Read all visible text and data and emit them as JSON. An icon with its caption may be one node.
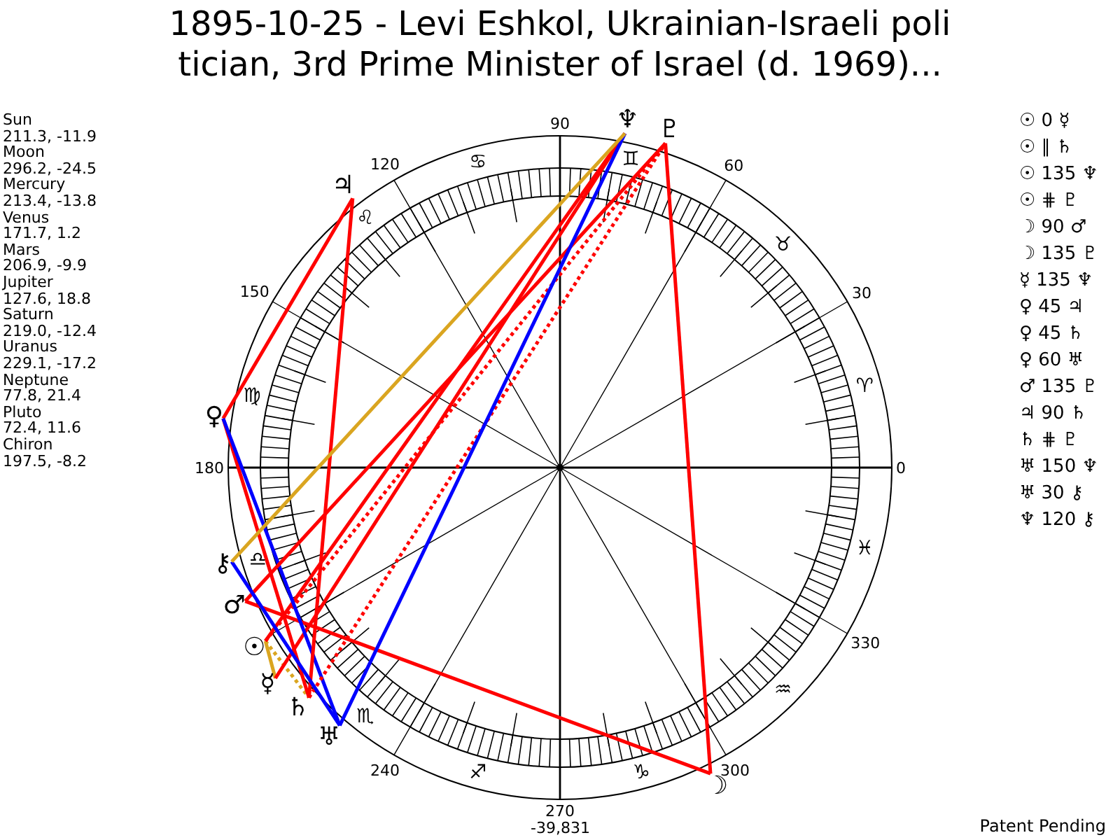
{
  "diagram": {
    "title": "1895-10-25 - Levi Eshkol, Ukrainian-Israeli poli tician, 3rd Prime Minister of Israel (d. 1969)...",
    "nodes": [
      {
        "text": [
          "☉"
        ]
      },
      {
        "text": [
          "☽"
        ]
      },
      {
        "text": [
          "☿"
        ]
      },
      {
        "text": [
          "♀"
        ]
      },
      {
        "text": [
          "♂"
        ]
      },
      {
        "text": [
          "♃"
        ]
      },
      {
        "text": [
          "♄"
        ]
      },
      {
        "text": [
          "♅"
        ]
      },
      {
        "text": [
          "♆"
        ]
      },
      {
        "text": [
          "♇"
        ]
      },
      {
        "text": [
          "⚷"
        ]
      }
    ],
    "edges": [
      {
        "from": 0,
        "to": 2,
        "arrow": "none",
        "color": "#daa520"
      },
      {
        "from": 0,
        "to": 6,
        "arrow": "none",
        "style": "dashed",
        "color": "#daa520"
      },
      {
        "from": 0,
        "to": 8,
        "arrow": "none"
      },
      {
        "from": 0,
        "to": 9,
        "arrow": "none",
        "style": "dashed"
      },
      {
        "from": 1,
        "to": 4,
        "arrow": "none"
      },
      {
        "from": 1,
        "to": 9,
        "arrow": "none"
      },
      {
        "from": 2,
        "to": 8,
        "arrow": "none"
      },
      {
        "from": 3,
        "to": 5,
        "arrow": "none"
      },
      {
        "from": 3,
        "to": 6,
        "arrow": "none"
      },
      {
        "from": 3,
        "to": 7,
        "arrow": "none",
        "color": "#0000ff"
      },
      {
        "from": 4,
        "to": 9,
        "arrow": "none"
      },
      {
        "from": 5,
        "to": 6,
        "arrow": "none"
      },
      {
        "from": 6,
        "to": 9,
        "arrow": "none",
        "style": "dashed"
      },
      {
        "from": 7,
        "to": 8,
        "arrow": "none",
        "color": "#0000ff"
      },
      {
        "from": 7,
        "to": 10,
        "arrow": "none",
        "color": "#0000ff"
      },
      {
        "from": 8,
        "to": 10,
        "arrow": "none",
        "color": "#daa520"
      }
    ],
    "labels": [
      "Sun",
      "211.3, -11.9",
      "Moon",
      "296.2, -24.5",
      "Mercury",
      "213.4, -13.8",
      "Venus",
      "171.7, 1.2",
      "Mars",
      "206.9, -9.9",
      "Jupiter",
      "127.6, 18.8",
      "Saturn",
      "219.0, -12.4",
      "Uranus",
      "229.1, -17.2",
      "Neptune",
      "77.8, 21.4",
      "Pluto",
      "72.4, 11.6",
      "Chiron",
      "197.5, -8.2",
      "90",
      "120",
      "♋",
      "♊",
      "60",
      "♌",
      "♉",
      "150",
      "30",
      "♍",
      "♈",
      "180",
      "0",
      "♎",
      "♓",
      "330",
      "♒",
      "♏",
      "240",
      "♐",
      "♑",
      "300",
      "270",
      "-39,831",
      "☉ 0 ☿",
      "☉ ∥ ♄",
      "☉ 135 ♆",
      "☉ ⋕ ♇",
      "☽ 90 ♂",
      "☽ 135 ♇",
      "☿ 135 ♆",
      "♀ 45 ♃",
      "♀ 45 ♄",
      "♀ 60 ♅",
      "♂ 135 ♇",
      "♃ 90 ♄",
      "♄ ⋕ ♇",
      "♅ 150 ♆",
      "♅ 30 ⚷",
      "♆ 120 ⚷",
      "Patent Pending"
    ]
  }
}
